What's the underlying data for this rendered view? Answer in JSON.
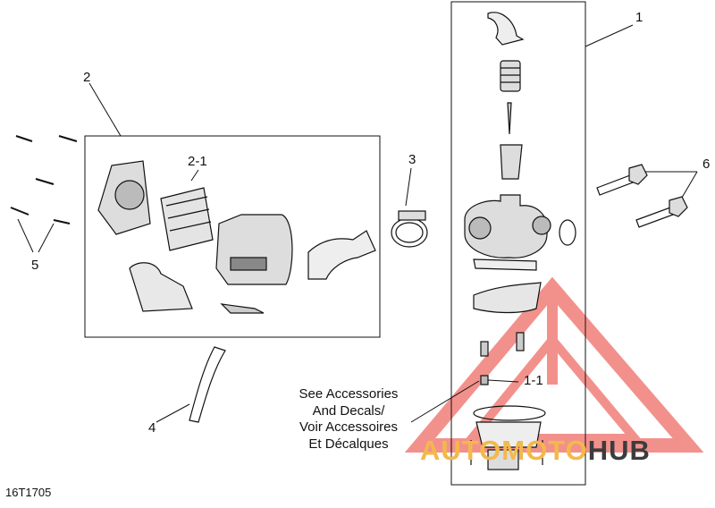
{
  "callouts": {
    "c1": "1",
    "c2": "2",
    "c2_1": "2-1",
    "c3": "3",
    "c4": "4",
    "c5": "5",
    "c6": "6",
    "c1_1": "1-1"
  },
  "note_lines": [
    "See Accessories",
    "And Decals/",
    "Voir Accessoires",
    "Et Décalques"
  ],
  "drawing_code": "16T1705",
  "watermark": {
    "part1": "AUTO",
    "part2": "MOTO",
    "part3": "HUB"
  },
  "colors": {
    "line": "#111111",
    "watermark_red": "#e8392f",
    "watermark_gold": "#f4b84a",
    "watermark_dark": "#3c3c3c"
  }
}
